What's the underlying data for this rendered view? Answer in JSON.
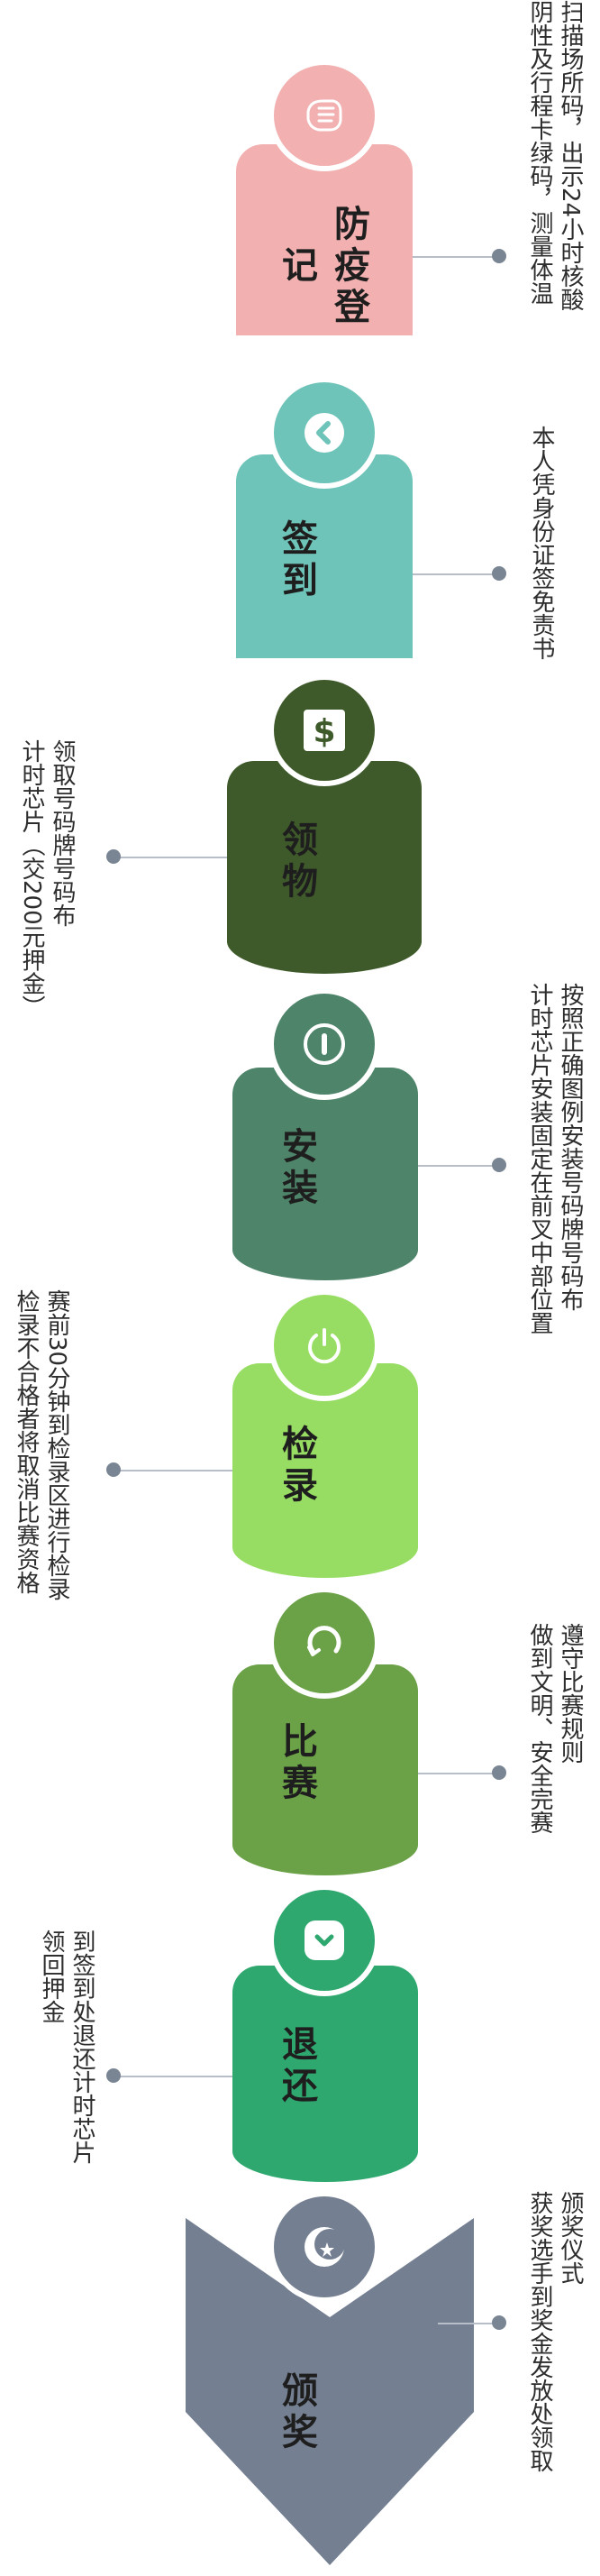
{
  "steps": [
    {
      "label": "防疫登记",
      "color": "#f2b0b0",
      "icon": "fist-bump-icon",
      "desc": [
        "扫描场所码，出示24小时核酸",
        "阴性及行程卡绿码，测量体温"
      ]
    },
    {
      "label": "签到",
      "color": "#6ec4b9",
      "icon": "chevron-left-icon",
      "desc": [
        "本人凭身份证签免责书"
      ]
    },
    {
      "label": "领物",
      "color": "#3f5a2a",
      "icon": "dollar-icon",
      "desc": [
        "领取号码牌号码布",
        "计时芯片（交200元押金）"
      ]
    },
    {
      "label": "安装",
      "color": "#4e8469",
      "icon": "minus-circle-icon",
      "desc": [
        "按照正确图例安装号码牌号码布",
        "计时芯片安装固定在前叉中部位置"
      ]
    },
    {
      "label": "检录",
      "color": "#98dd63",
      "icon": "power-icon",
      "desc": [
        "赛前30分钟到检录区进行检录",
        "检录不合格者将取消比赛资格"
      ]
    },
    {
      "label": "比赛",
      "color": "#6ba147",
      "icon": "refresh-icon",
      "desc": [
        "遵守比赛规则",
        "做到文明、安全完赛"
      ]
    },
    {
      "label": "退还",
      "color": "#2ea86f",
      "icon": "chevron-square-icon",
      "desc": [
        "到签到处退还计时芯片",
        "领回押金"
      ]
    },
    {
      "label": "颁奖",
      "color": "#747f91",
      "icon": "star-crescent-icon",
      "desc": [
        "颁奖仪式",
        "获奖选手到奖金发放处领取"
      ]
    }
  ]
}
